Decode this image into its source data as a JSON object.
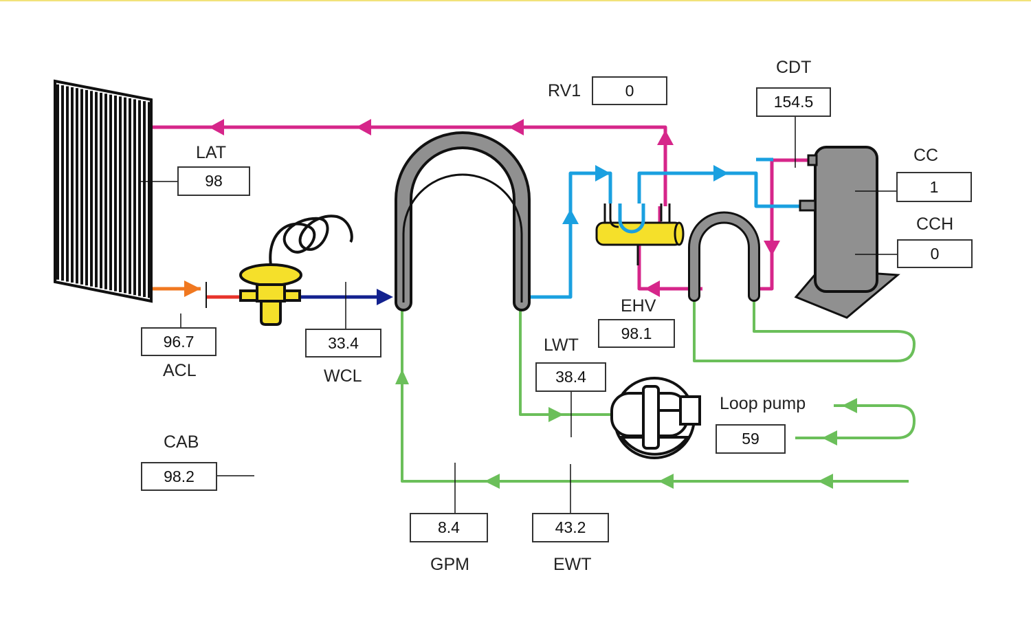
{
  "colors": {
    "hot_gas": "#d6268a",
    "suction_vapor": "#1aa0e0",
    "water_loop": "#6bbf5a",
    "liquid_line": "#e8332a",
    "liquid_precooled": "#f07820",
    "cold_liquid": "#13228f",
    "component_gray": "#909090",
    "valve_yellow": "#f5e02a",
    "outline": "#111111"
  },
  "sensors": {
    "lat": {
      "label": "LAT",
      "value": "98"
    },
    "acl": {
      "label": "ACL",
      "value": "96.7"
    },
    "wcl": {
      "label": "WCL",
      "value": "33.4"
    },
    "cab": {
      "label": "CAB",
      "value": "98.2"
    },
    "rv1": {
      "label": "RV1",
      "value": "0"
    },
    "cdt": {
      "label": "CDT",
      "value": "154.5"
    },
    "cc": {
      "label": "CC",
      "value": "1"
    },
    "cch": {
      "label": "CCH",
      "value": "0"
    },
    "ehv": {
      "label": "EHV",
      "value": "98.1"
    },
    "lwt": {
      "label": "LWT",
      "value": "38.4"
    },
    "loop_pump": {
      "label": "Loop pump",
      "value": "59"
    },
    "gpm": {
      "label": "GPM",
      "value": "8.4"
    },
    "ewt": {
      "label": "EWT",
      "value": "43.2"
    }
  },
  "components": {
    "air_coil_icon": "finned-coil",
    "expansion_valve_icon": "txv-with-bulb",
    "water_coil_icon": "coax-coil",
    "reversing_valve_icon": "reversing-valve",
    "desuperheater_icon": "small-coil",
    "compressor_icon": "compressor",
    "pump_icon": "circulator-pump"
  }
}
